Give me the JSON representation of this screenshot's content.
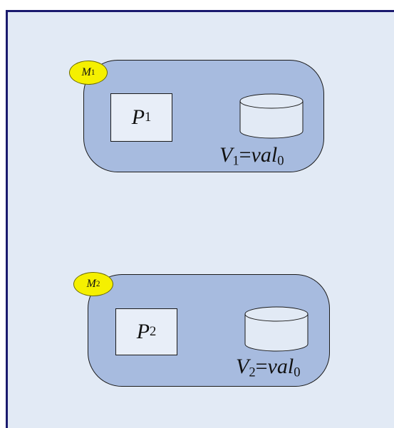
{
  "machines": [
    {
      "badge": {
        "letter": "M",
        "index": "1"
      },
      "process": {
        "letter": "P",
        "index": "1"
      },
      "variable": {
        "letter": "V",
        "index": "1",
        "equals": "=",
        "value_name": "val",
        "value_index": "0"
      }
    },
    {
      "badge": {
        "letter": "M",
        "index": "2"
      },
      "process": {
        "letter": "P",
        "index": "2"
      },
      "variable": {
        "letter": "V",
        "index": "2",
        "equals": "=",
        "value_name": "val",
        "value_index": "0"
      }
    }
  ],
  "colors": {
    "frame_border": "#1a1a6e",
    "frame_fill": "#e2eaf5",
    "machine_fill": "#a7bbdf",
    "badge_fill": "#f5f000",
    "process_fill": "#e8eef8",
    "cylinder_fill": "#e2eaf5"
  },
  "icons": [
    "database-cylinder-icon"
  ]
}
